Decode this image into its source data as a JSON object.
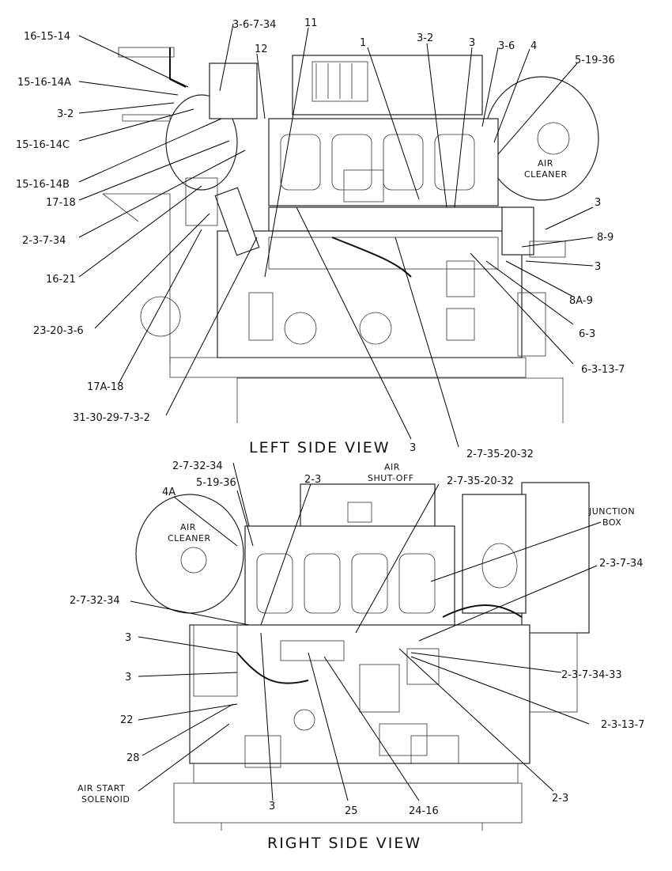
{
  "views": {
    "left": {
      "title": "LEFT SIDE VIEW",
      "labels": {
        "air_cleaner_1": "AIR",
        "air_cleaner_2": "CLEANER"
      },
      "callouts": [
        "16-15-14",
        "15-16-14A",
        "3-2",
        "15-16-14C",
        "15-16-14B",
        "17-18",
        "2-3-7-34",
        "16-21",
        "23-20-3-6",
        "17A-18",
        "31-30-29-7-3-2",
        "3-6-7-34",
        "11",
        "12",
        "1",
        "3-2",
        "3",
        "3-6",
        "4",
        "5-19-36",
        "3",
        "8-9",
        "3",
        "8A-9",
        "6-3",
        "6-3-13-7",
        "3",
        "2-7-35-20-32"
      ]
    },
    "right": {
      "title": "RIGHT SIDE VIEW",
      "labels": {
        "air_shutoff_1": "AIR",
        "air_shutoff_2": "SHUT-OFF",
        "air_cleaner_1": "AIR",
        "air_cleaner_2": "CLEANER",
        "junction_box_1": "JUNCTION",
        "junction_box_2": "BOX",
        "air_start_1": "AIR START",
        "air_start_2": "SOLENOID"
      },
      "callouts": [
        "2-7-32-34",
        "5-19-36",
        "2-3",
        "4A",
        "2-7-35-20-32",
        "2-3-7-34",
        "2-7-32-34",
        "3",
        "3",
        "2-3-7-34-33",
        "22",
        "2-3-13-7",
        "28",
        "3",
        "25",
        "24-16",
        "2-3"
      ]
    }
  }
}
